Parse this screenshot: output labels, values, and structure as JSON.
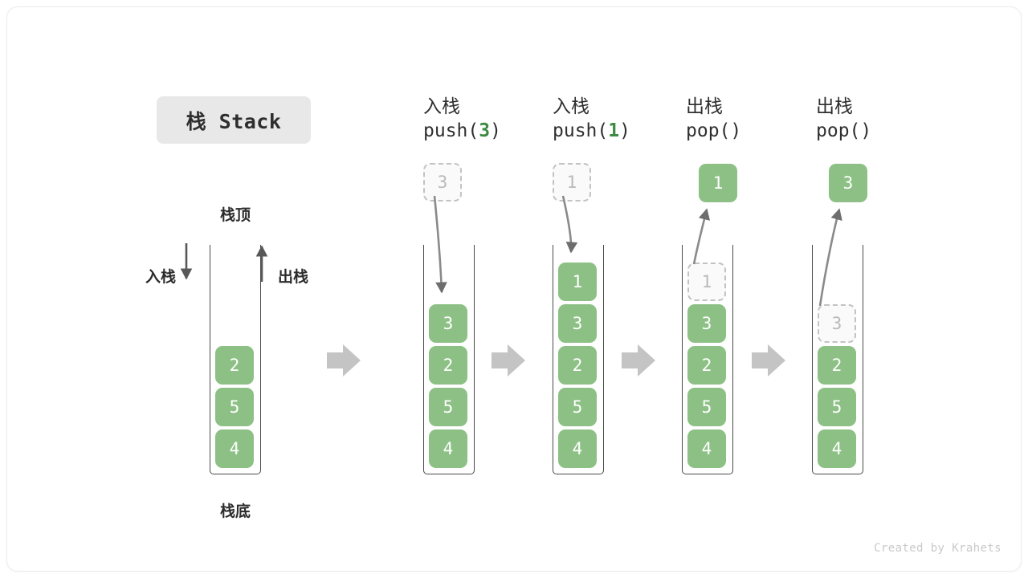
{
  "card": {
    "credit": "Created by Krahets",
    "title_badge": "栈 Stack"
  },
  "colors": {
    "cell_green": "#8cc084",
    "code_arg_green": "#3d8a42",
    "ghost_border": "#c2c2c2",
    "ghost_text": "#b9b9b9",
    "frame_stroke": "#4a4a4a",
    "arrow_gray": "#6e6e6e",
    "block_arrow_gray": "#c4c4c4",
    "badge_bg": "#e8e8e8",
    "credit_gray": "#c9c9c9"
  },
  "labels": {
    "stack_top": "栈顶",
    "stack_bottom": "栈底",
    "push_side": "入栈",
    "pop_side": "出栈"
  },
  "columns": [
    {
      "id": "initial",
      "header_cn": "",
      "header_code_prefix": "",
      "header_code_arg": "",
      "header_code_suffix": "",
      "floating_cell": null,
      "cells": [
        {
          "value": "2",
          "state": "solid"
        },
        {
          "value": "5",
          "state": "solid"
        },
        {
          "value": "4",
          "state": "solid"
        }
      ]
    },
    {
      "id": "push-3",
      "header_cn": "入栈",
      "header_code_prefix": "push(",
      "header_code_arg": "3",
      "header_code_suffix": ")",
      "floating_cell": {
        "value": "3",
        "state": "ghost"
      },
      "cells": [
        {
          "value": "3",
          "state": "solid"
        },
        {
          "value": "2",
          "state": "solid"
        },
        {
          "value": "5",
          "state": "solid"
        },
        {
          "value": "4",
          "state": "solid"
        }
      ]
    },
    {
      "id": "push-1",
      "header_cn": "入栈",
      "header_code_prefix": "push(",
      "header_code_arg": "1",
      "header_code_suffix": ")",
      "floating_cell": {
        "value": "1",
        "state": "ghost"
      },
      "cells": [
        {
          "value": "1",
          "state": "solid"
        },
        {
          "value": "3",
          "state": "solid"
        },
        {
          "value": "2",
          "state": "solid"
        },
        {
          "value": "5",
          "state": "solid"
        },
        {
          "value": "4",
          "state": "solid"
        }
      ]
    },
    {
      "id": "pop-1",
      "header_cn": "出栈",
      "header_code_prefix": "pop(",
      "header_code_arg": "",
      "header_code_suffix": ")",
      "floating_cell": {
        "value": "1",
        "state": "solid"
      },
      "cells": [
        {
          "value": "1",
          "state": "ghost"
        },
        {
          "value": "3",
          "state": "solid"
        },
        {
          "value": "2",
          "state": "solid"
        },
        {
          "value": "5",
          "state": "solid"
        },
        {
          "value": "4",
          "state": "solid"
        }
      ]
    },
    {
      "id": "pop-2",
      "header_cn": "出栈",
      "header_code_prefix": "pop(",
      "header_code_arg": "",
      "header_code_suffix": ")",
      "floating_cell": {
        "value": "3",
        "state": "solid"
      },
      "cells": [
        {
          "value": "3",
          "state": "ghost"
        },
        {
          "value": "2",
          "state": "solid"
        },
        {
          "value": "5",
          "state": "solid"
        },
        {
          "value": "4",
          "state": "solid"
        }
      ]
    }
  ],
  "flow_arrows": [
    {
      "name": "step-arrow-1"
    },
    {
      "name": "step-arrow-2"
    },
    {
      "name": "step-arrow-3"
    },
    {
      "name": "step-arrow-4"
    }
  ]
}
